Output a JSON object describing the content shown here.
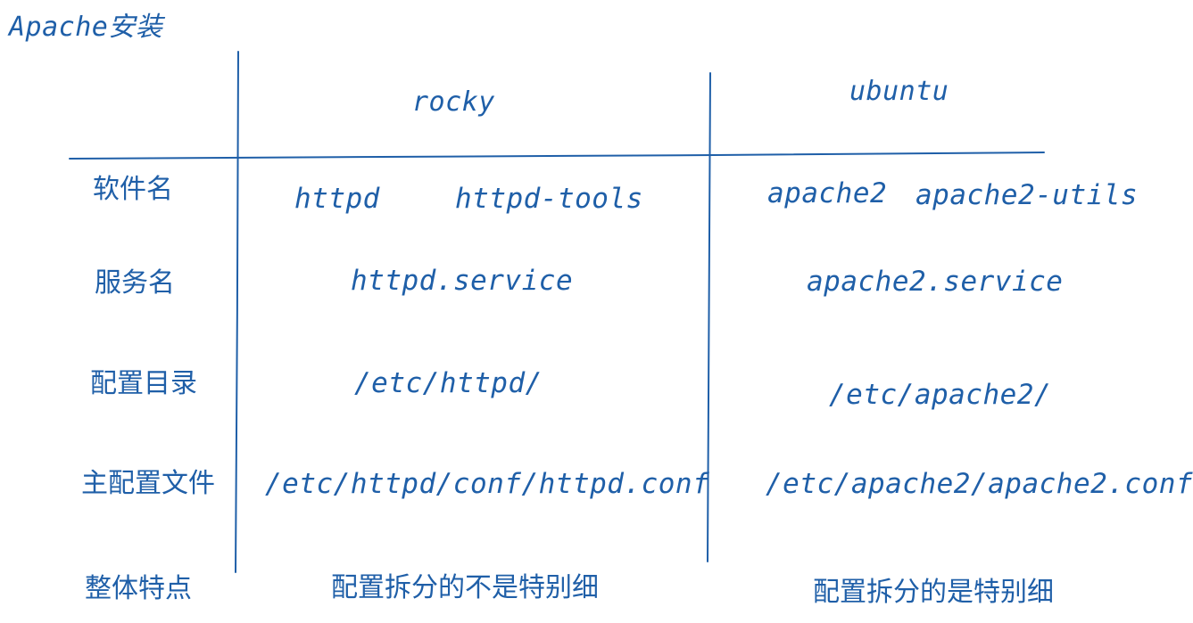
{
  "title": "Apache安装",
  "columns": {
    "rocky": "rocky",
    "ubuntu": "ubuntu"
  },
  "rows": {
    "package": {
      "label": "软件名",
      "rocky": [
        "httpd",
        "httpd-tools"
      ],
      "ubuntu": [
        "apache2",
        "apache2-utils"
      ]
    },
    "service": {
      "label": "服务名",
      "rocky": "httpd.service",
      "ubuntu": "apache2.service"
    },
    "config_dir": {
      "label": "配置目录",
      "rocky": "/etc/httpd/",
      "ubuntu": "/etc/apache2/"
    },
    "main_config": {
      "label": "主配置文件",
      "rocky": "/etc/httpd/conf/httpd.conf",
      "ubuntu": "/etc/apache2/apache2.conf"
    },
    "features": {
      "label": "整体特点",
      "rocky": "配置拆分的不是特别细",
      "ubuntu": "配置拆分的是特别细"
    }
  },
  "colors": {
    "ink": "#1f5fa8"
  }
}
